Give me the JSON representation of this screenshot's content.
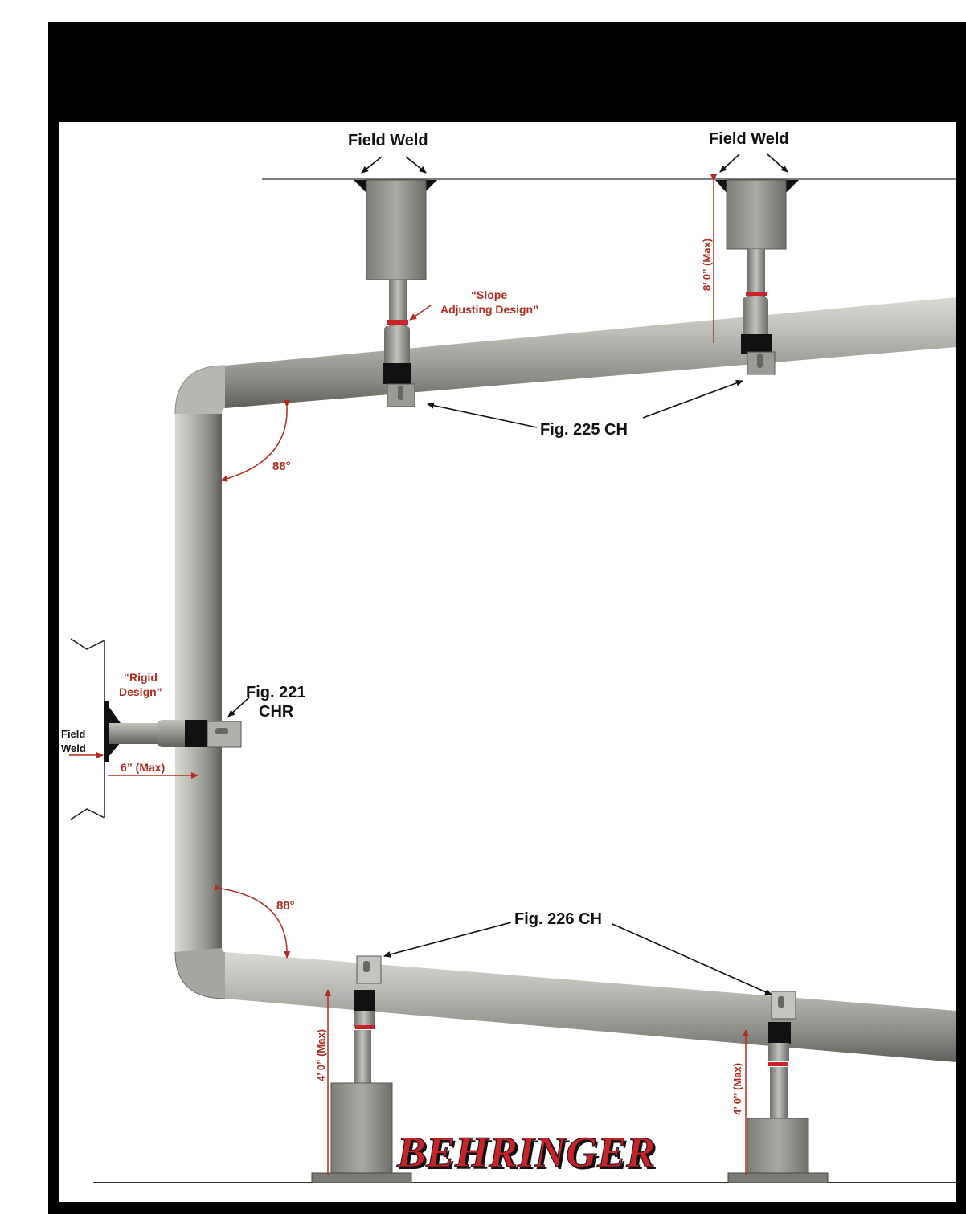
{
  "labels": {
    "field_weld_top_left": "Field Weld",
    "field_weld_top_right": "Field Weld",
    "slope_line1": "“Slope",
    "slope_line2": "Adjusting Design”",
    "dim_top": "8’ 0” (Max)",
    "fig225": "Fig. 225 CH",
    "angle_top": "88°",
    "rigid_line1": "“Rigid",
    "rigid_line2": "Design”",
    "fig221_line1": "Fig. 221",
    "fig221_line2": "CHR",
    "field_weld_left_line1": "Field",
    "field_weld_left_line2": "Weld",
    "dim_left": "6” (Max)",
    "angle_bottom": "88°",
    "fig226": "Fig. 226 CH",
    "dim_bottom_left": "4’ 0” (Max)",
    "dim_bottom_right": "4’ 0” (Max)",
    "brand": "BEHRINGER"
  },
  "colors": {
    "header": "#000000",
    "pipe": "#9a9b94",
    "accent_red": "#b32a1e",
    "brand_red": "#c8222b"
  }
}
